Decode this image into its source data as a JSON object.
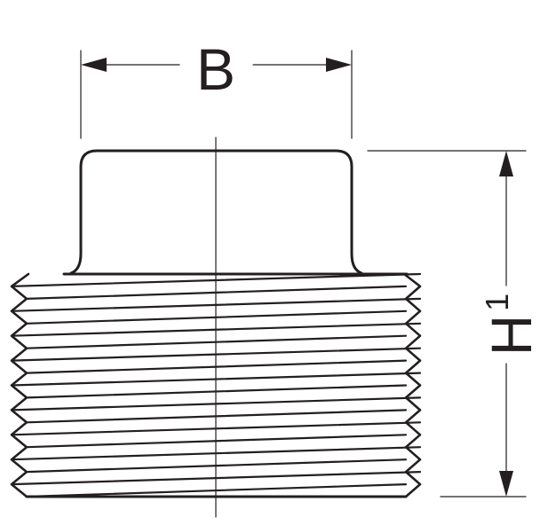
{
  "diagram": {
    "width_label": "B",
    "height_label": "H",
    "height_label_subscript": "1"
  },
  "colors": {
    "line": "#231f20",
    "background": "#ffffff"
  }
}
